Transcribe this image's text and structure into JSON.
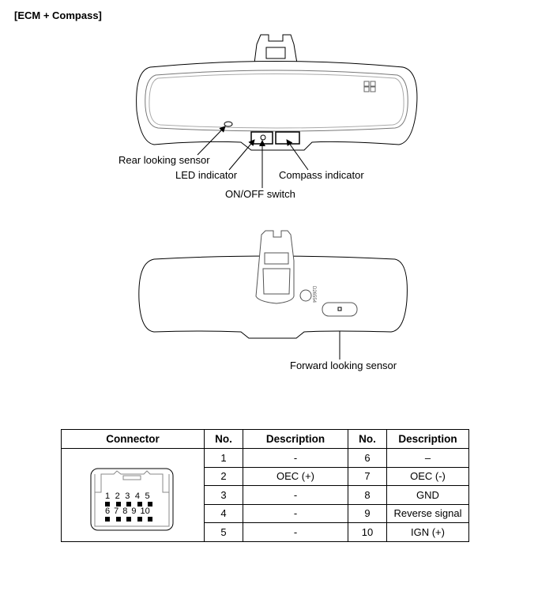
{
  "title": "[ECM + Compass]",
  "front_view": {
    "labels": {
      "rear_sensor": "Rear looking sensor",
      "led": "LED indicator",
      "compass": "Compass indicator",
      "switch": "ON/OFF switch"
    }
  },
  "rear_view": {
    "labels": {
      "forward_sensor": "Forward looking sensor"
    }
  },
  "table": {
    "headers": [
      "Connector",
      "No.",
      "Description",
      "No.",
      "Description"
    ],
    "connector_pins_top": [
      "1",
      "2",
      "3",
      "4",
      "5"
    ],
    "connector_pins_bottom": [
      "6",
      "7",
      "8",
      "9",
      "10"
    ],
    "rows": [
      {
        "no1": "1",
        "desc1": "-",
        "no2": "6",
        "desc2": "–"
      },
      {
        "no1": "2",
        "desc1": "OEC (+)",
        "no2": "7",
        "desc2": "OEC (-)"
      },
      {
        "no1": "3",
        "desc1": "-",
        "no2": "8",
        "desc2": "GND"
      },
      {
        "no1": "4",
        "desc1": "-",
        "no2": "9",
        "desc2": "Reverse signal"
      },
      {
        "no1": "5",
        "desc1": "-",
        "no2": "10",
        "desc2": "IGN (+)"
      }
    ]
  }
}
